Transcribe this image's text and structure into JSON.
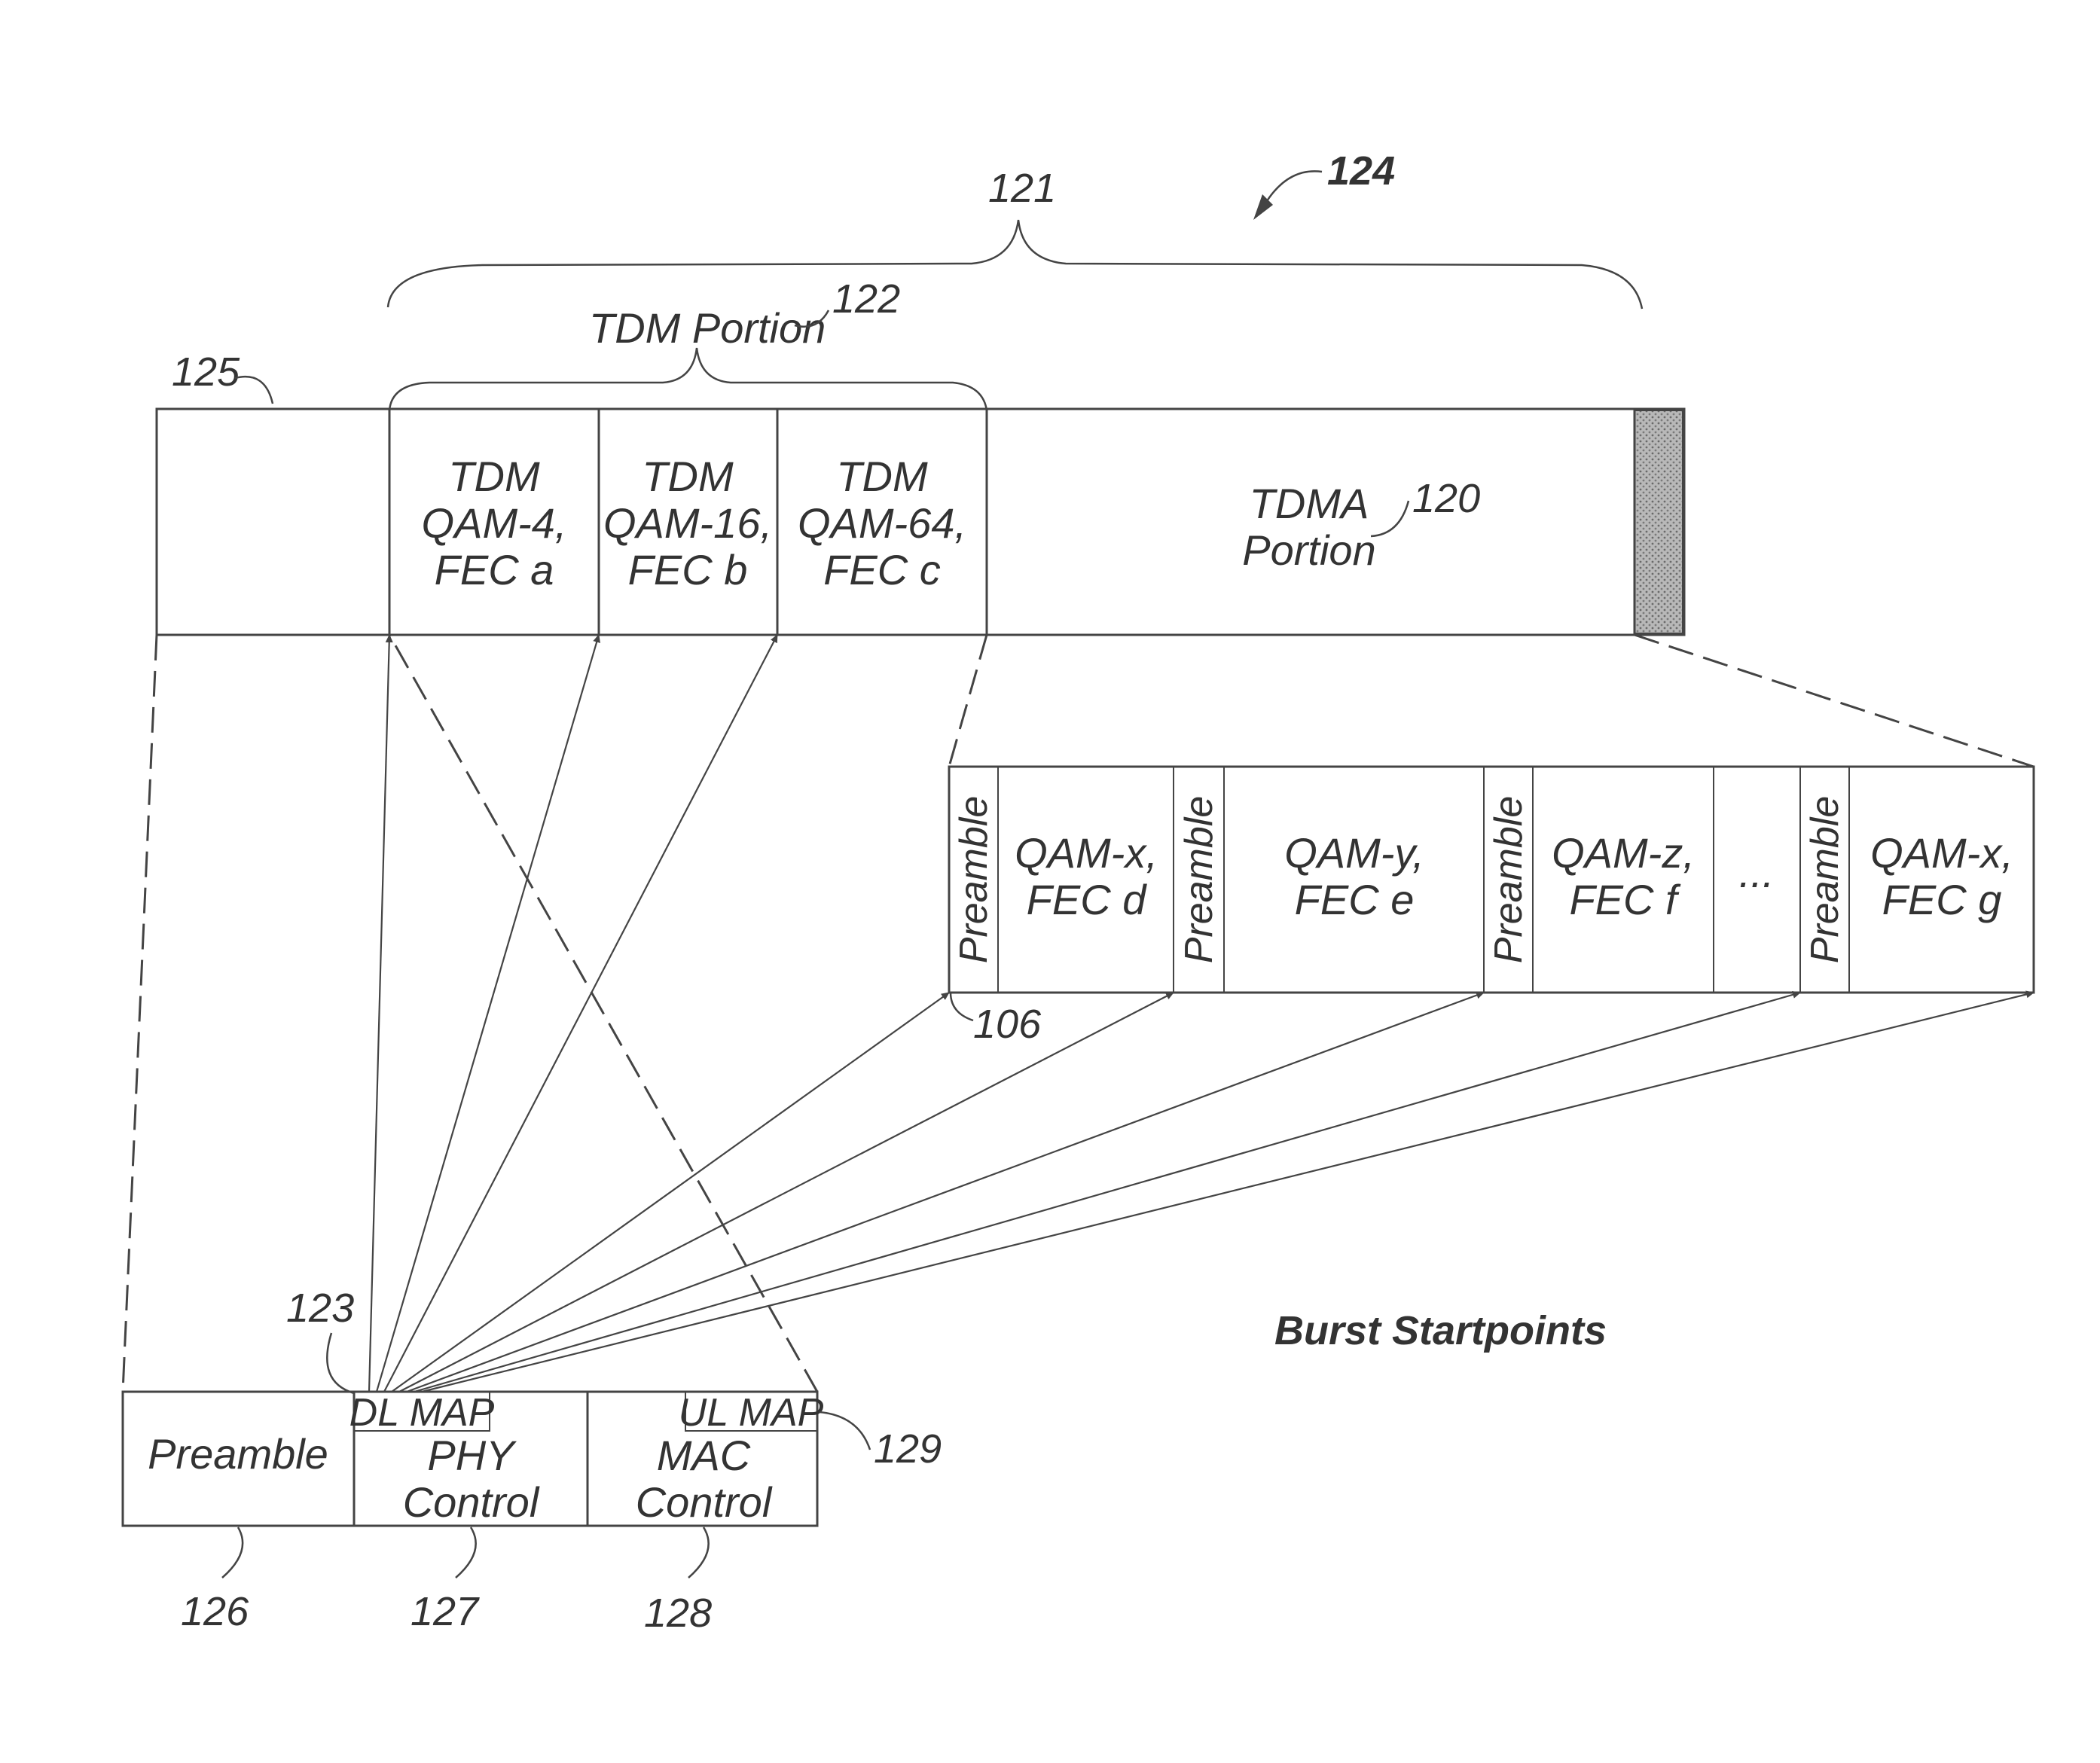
{
  "figure_ref": "124",
  "frame": {
    "ref": "125",
    "brace_label": "121",
    "tdm_portion": {
      "label": "TDM Portion",
      "ref": "122"
    },
    "tdm_cells": [
      {
        "line1": "TDM",
        "line2": "QAM-4,",
        "line3": "FEC a"
      },
      {
        "line1": "TDM",
        "line2": "QAM-16,",
        "line3": "FEC b"
      },
      {
        "line1": "TDM",
        "line2": "QAM-64,",
        "line3": "FEC c"
      }
    ],
    "tdma_portion": {
      "line1": "TDMA",
      "line2": "Portion",
      "ref": "120"
    }
  },
  "tdma_bursts": {
    "preamble_label": "Preamble",
    "ref": "106",
    "bursts": [
      {
        "line1": "QAM-x,",
        "line2": "FEC d"
      },
      {
        "line1": "QAM-y,",
        "line2": "FEC e"
      },
      {
        "line1": "QAM-z,",
        "line2": "FEC f"
      },
      {
        "line1": "QAM-x,",
        "line2": "FEC g"
      }
    ],
    "ellipsis": "..."
  },
  "header": {
    "preamble": {
      "label": "Preamble",
      "ref": "126"
    },
    "phy_control": {
      "line1": "PHY",
      "line2": "Control",
      "ref": "127"
    },
    "mac_control": {
      "line1": "MAC",
      "line2": "Control",
      "ref": "128"
    },
    "dl_map": {
      "label": "DL MAP",
      "ref": "123"
    },
    "ul_map": {
      "label": "UL MAP",
      "ref": "129"
    }
  },
  "burst_startpoints_label": "Burst Startpoints"
}
